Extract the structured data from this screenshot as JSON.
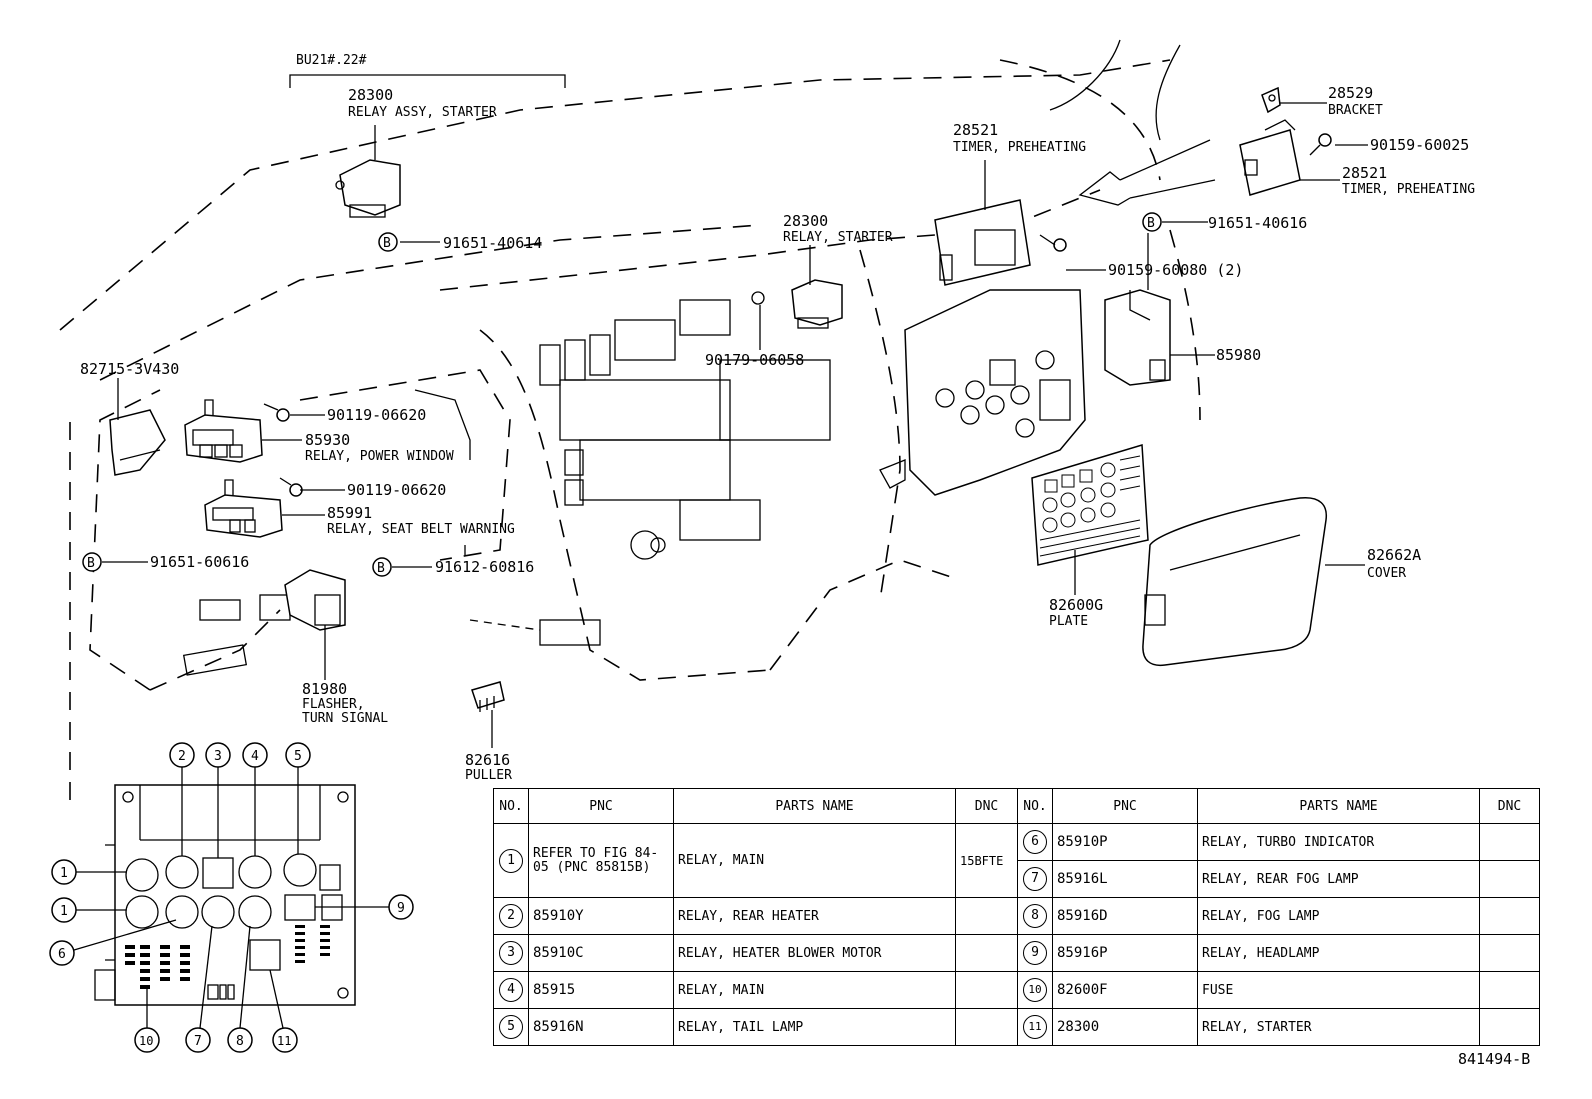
{
  "header": {
    "model_range": "BU21#.22#"
  },
  "callouts": {
    "relay_assy_starter_pnc": "28300",
    "relay_assy_starter_name": "RELAY ASSY, STARTER",
    "bolt_b_1": "91651-40614",
    "timer_preheating_pnc": "28521",
    "timer_preheating_name": "TIMER, PREHEATING",
    "bracket_pnc": "28529",
    "bracket_name": "BRACKET",
    "screw_1": "90159-60025",
    "timer2_pnc": "28521",
    "timer2_name": "TIMER, PREHEATING",
    "bolt_b_2": "91651-40616",
    "screw_2": "90159-60080 (2)",
    "relay_starter_pnc": "28300",
    "relay_starter_name": "RELAY, STARTER",
    "nut_1": "90179-06058",
    "relay_block_pnc": "85980",
    "bracket_82715": "82715-3V430",
    "screw_3": "90119-06620",
    "relay_power_window_pnc": "85930",
    "relay_power_window_name": "RELAY, POWER WINDOW",
    "screw_4": "90119-06620",
    "relay_seat_belt_pnc": "85991",
    "relay_seat_belt_name": "RELAY, SEAT BELT WARNING",
    "bolt_b_3": "91651-60616",
    "bolt_b_4": "91612-60816",
    "flasher_pnc": "81980",
    "flasher_name_1": "FLASHER,",
    "flasher_name_2": "TURN SIGNAL",
    "plate_pnc": "82600G",
    "plate_name": "PLATE",
    "cover_pnc": "82662A",
    "cover_name": "COVER",
    "puller_pnc": "82616",
    "puller_name": "PULLER",
    "b_mark": "B"
  },
  "fuse_box_numbers": [
    "1",
    "2",
    "3",
    "4",
    "5",
    "1",
    "6",
    "7",
    "8",
    "9",
    "10",
    "11"
  ],
  "table": {
    "headers": [
      "NO.",
      "PNC",
      "PARTS NAME",
      "DNC",
      "NO.",
      "PNC",
      "PARTS NAME",
      "DNC"
    ],
    "left_rows": [
      {
        "no": "1",
        "pnc": "REFER TO FIG 84-05 (PNC 85815B)",
        "name": "RELAY, MAIN",
        "dnc": "15BFTE"
      },
      {
        "no": "2",
        "pnc": "85910Y",
        "name": "RELAY, REAR HEATER",
        "dnc": ""
      },
      {
        "no": "3",
        "pnc": "85910C",
        "name": "RELAY, HEATER BLOWER MOTOR",
        "dnc": ""
      },
      {
        "no": "4",
        "pnc": "85915",
        "name": "RELAY, MAIN",
        "dnc": ""
      },
      {
        "no": "5",
        "pnc": "85916N",
        "name": "RELAY, TAIL LAMP",
        "dnc": ""
      }
    ],
    "right_rows": [
      {
        "no": "6",
        "pnc": "85910P",
        "name": "RELAY, TURBO INDICATOR",
        "dnc": ""
      },
      {
        "no": "7",
        "pnc": "85916L",
        "name": "RELAY, REAR FOG LAMP",
        "dnc": ""
      },
      {
        "no": "8",
        "pnc": "85916D",
        "name": "RELAY, FOG LAMP",
        "dnc": ""
      },
      {
        "no": "9",
        "pnc": "85916P",
        "name": "RELAY, HEADLAMP",
        "dnc": ""
      },
      {
        "no": "10",
        "pnc": "82600F",
        "name": "FUSE",
        "dnc": ""
      },
      {
        "no": "11",
        "pnc": "28300",
        "name": "RELAY, STARTER",
        "dnc": ""
      }
    ]
  },
  "footer": {
    "drawing_number": "841494-B"
  }
}
